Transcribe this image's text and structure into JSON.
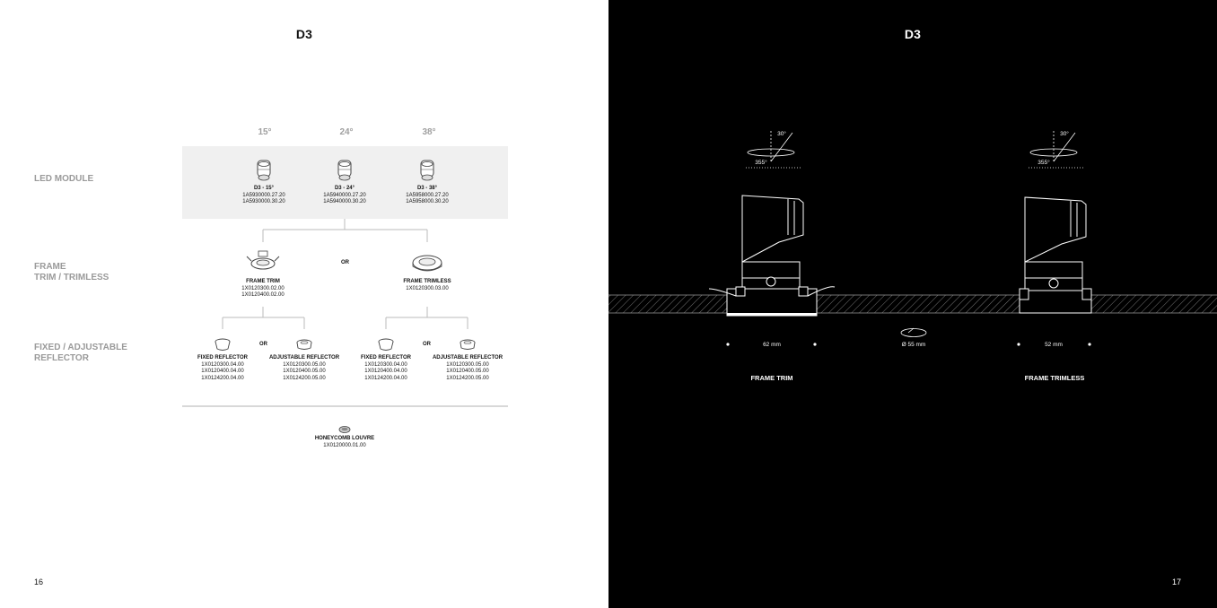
{
  "left_page": {
    "title": "D3",
    "page_number": "16",
    "row_labels": {
      "led_module": "LED MODULE",
      "frame_line1": "FRAME",
      "frame_line2": "TRIM / TRIMLESS",
      "reflector_line1": "FIXED / ADJUSTABLE",
      "reflector_line2": "REFLECTOR"
    },
    "beam_angles": [
      "15°",
      "24°",
      "38°"
    ],
    "led_modules": [
      {
        "name": "D3 - 15°",
        "codes": [
          "1A5930000.27.20",
          "1A5930000.30.20"
        ]
      },
      {
        "name": "D3 - 24°",
        "codes": [
          "1A5940000.27.20",
          "1A5940000.30.20"
        ]
      },
      {
        "name": "D3 - 38°",
        "codes": [
          "1A5958000.27.20",
          "1A5958000.30.20"
        ]
      }
    ],
    "or_label": "OR",
    "frames": [
      {
        "name": "FRAME TRIM",
        "codes": [
          "1X0120300.02.00",
          "1X0120400.02.00"
        ]
      },
      {
        "name": "FRAME TRIMLESS",
        "codes": [
          "1X0120300.03.00"
        ]
      }
    ],
    "reflectors": [
      {
        "name": "FIXED REFLECTOR",
        "codes": [
          "1X0120300.04.00",
          "1X0120400.04.00",
          "1X0124200.04.00"
        ]
      },
      {
        "name": "ADJUSTABLE REFLECTOR",
        "codes": [
          "1X0120300.05.00",
          "1X0120400.05.00",
          "1X0124200.05.00"
        ]
      },
      {
        "name": "FIXED REFLECTOR",
        "codes": [
          "1X0120300.04.00",
          "1X0120400.04.00",
          "1X0124200.04.00"
        ]
      },
      {
        "name": "ADJUSTABLE REFLECTOR",
        "codes": [
          "1X0120300.05.00",
          "1X0120400.05.00",
          "1X0124200.05.00"
        ]
      }
    ],
    "louvre": {
      "name": "HONEYCOMB LOUVRE",
      "code": "1X0120000.01.00"
    }
  },
  "right_page": {
    "title": "D3",
    "page_number": "17",
    "tilt_angle": "30°",
    "rotation_angle": "355°",
    "trim_width": "62 mm",
    "cutout_diameter": "Ø 55 mm",
    "trimless_width": "52 mm",
    "trim_caption": "FRAME TRIM",
    "trimless_caption": "FRAME TRIMLESS"
  },
  "colors": {
    "left_background": "#ffffff",
    "right_background": "#000000",
    "label_grey": "#9a9a9a",
    "panel_grey": "#f0f0f0"
  }
}
